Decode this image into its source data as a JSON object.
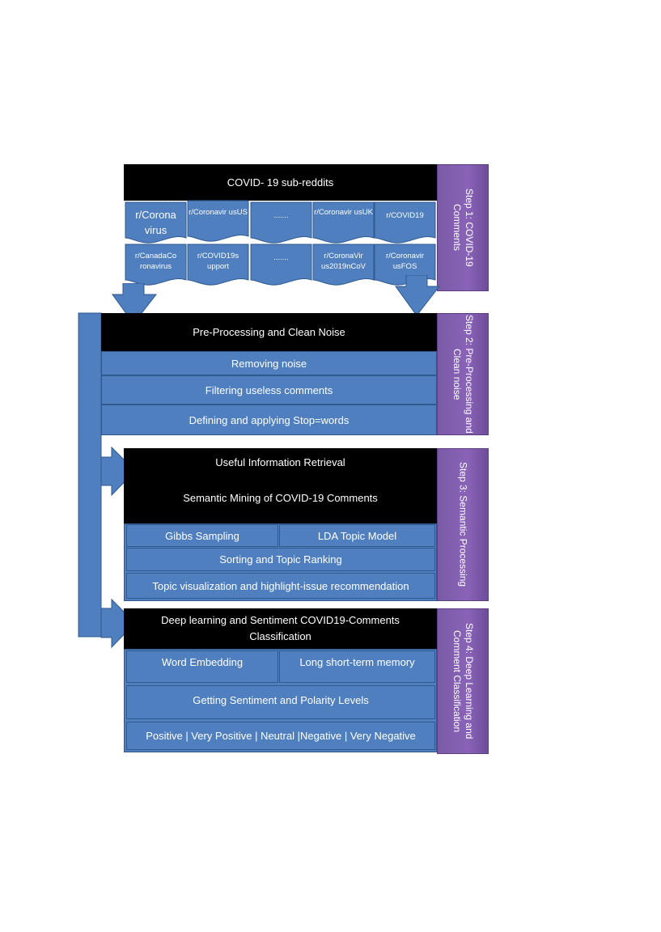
{
  "step1": {
    "title": "COVID- 19 sub-reddits",
    "side_label": "Step 1: COVID-19 Comments",
    "row1": [
      "r/Corona virus",
      "r/Coronavir usUS",
      ".......",
      "r/Coronavir usUK",
      "r/COVID19"
    ],
    "row2": [
      "r/CanadaCo ronavirus",
      "r/COVID19s upport",
      ".......",
      "r/CoronaVir us2019nCoV",
      "r/Coronavir usFOS"
    ]
  },
  "step2": {
    "title": "Pre-Processing and Clean Noise",
    "rows": [
      "Removing noise",
      "Filtering useless comments",
      "Defining and applying Stop=words"
    ],
    "side_label": "Step 2: Pre-Processing and Clean noise"
  },
  "step3": {
    "title_1": "Useful Information Retrieval",
    "title_2": "Semantic Mining of COVID-19 Comments",
    "gibbs": "Gibbs Sampling",
    "lda": "LDA Topic Model",
    "sorting": "Sorting and Topic Ranking",
    "visualization": "Topic visualization and highlight-issue recommendation",
    "side_label": "Step 3: Semantic Processing"
  },
  "step4": {
    "title": "Deep learning and Sentiment COVID19-Comments Classification",
    "word_embedding": "Word Embedding",
    "lstm": "Long short-term memory",
    "sentiment": "Getting Sentiment and Polarity Levels",
    "classes": "Positive | Very Positive | Neutral |Negative | Very Negative",
    "side_label": "Step 4: Deep Learning and Comment Classification"
  }
}
